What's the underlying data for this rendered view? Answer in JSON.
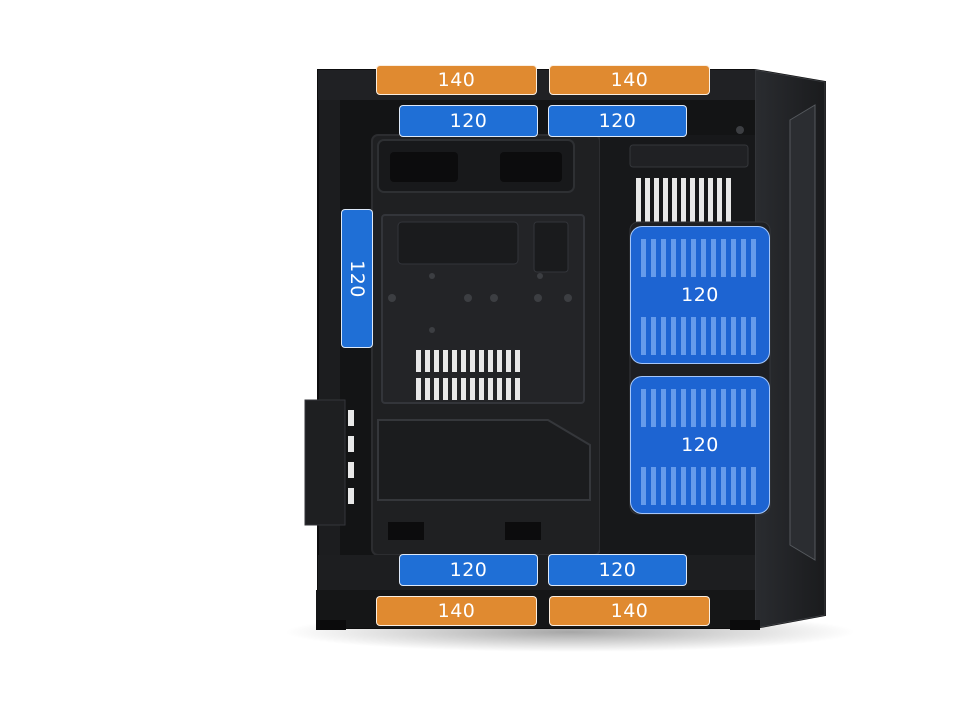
{
  "colors": {
    "radiator_140": "#e08a30",
    "fan_120": "#1f6fd6",
    "case_body": "#1b1c1e",
    "case_panel": "#26282b"
  },
  "labels": {
    "top_140_left": "140",
    "top_140_right": "140",
    "top_120_left": "120",
    "top_120_right": "120",
    "side_120": "120",
    "front_120_upper": "120",
    "front_120_lower": "120",
    "bottom_120_left": "120",
    "bottom_120_right": "120",
    "bottom_140_left": "140",
    "bottom_140_right": "140"
  }
}
